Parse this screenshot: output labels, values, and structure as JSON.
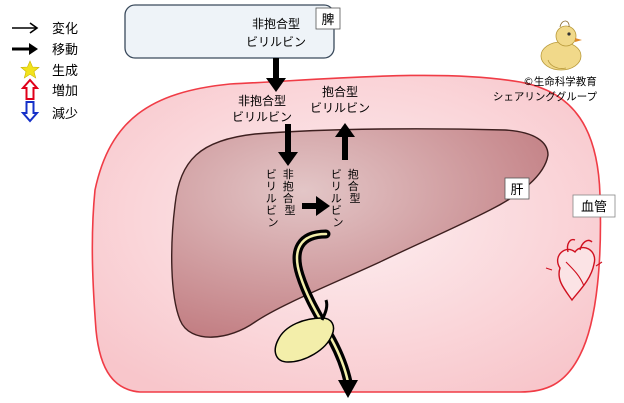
{
  "legend": {
    "items": [
      {
        "icon": "thin-arrow-icon",
        "label": "変化"
      },
      {
        "icon": "bold-arrow-icon",
        "label": "移動"
      },
      {
        "icon": "star-icon",
        "label": "生成",
        "color": "#f2e21c"
      },
      {
        "icon": "up-arrow-icon",
        "label": "増加",
        "color": "#e0001a"
      },
      {
        "icon": "down-arrow-icon",
        "label": "減少",
        "color": "#1630c8"
      }
    ]
  },
  "spleen": {
    "label": "脾",
    "content_line1": "非抱合型",
    "content_line2": "ビリルビン"
  },
  "vessel": {
    "label": "血管",
    "label_color": "#e0001a",
    "unconjugated_line1": "非抱合型",
    "unconjugated_line2": "ビリルビン",
    "conjugated_line1": "抱合型",
    "conjugated_line2": "ビリルビン"
  },
  "liver": {
    "label": "肝",
    "unconjugated_col1": [
      "ビ",
      "リ",
      "ル",
      "ビ",
      "ン"
    ],
    "unconjugated_col2": [
      "非",
      "抱",
      "合",
      "型"
    ],
    "conjugated_col1": [
      "ビ",
      "リ",
      "ル",
      "ビ",
      "ン"
    ],
    "conjugated_col2": [
      "抱",
      "合",
      "型"
    ]
  },
  "credit": {
    "line1": "©生命科学教育",
    "line2": "シェアリンググループ"
  },
  "colors": {
    "vessel_fill": "#fde6e8",
    "vessel_stroke": "#f03c46",
    "liver_fill": "#c98a8e",
    "liver_stroke": "#3d1f1f",
    "gallbladder_fill": "#f3eeaa",
    "spleen_fill": "#eef3f8",
    "spleen_stroke": "#3a4a5c"
  }
}
